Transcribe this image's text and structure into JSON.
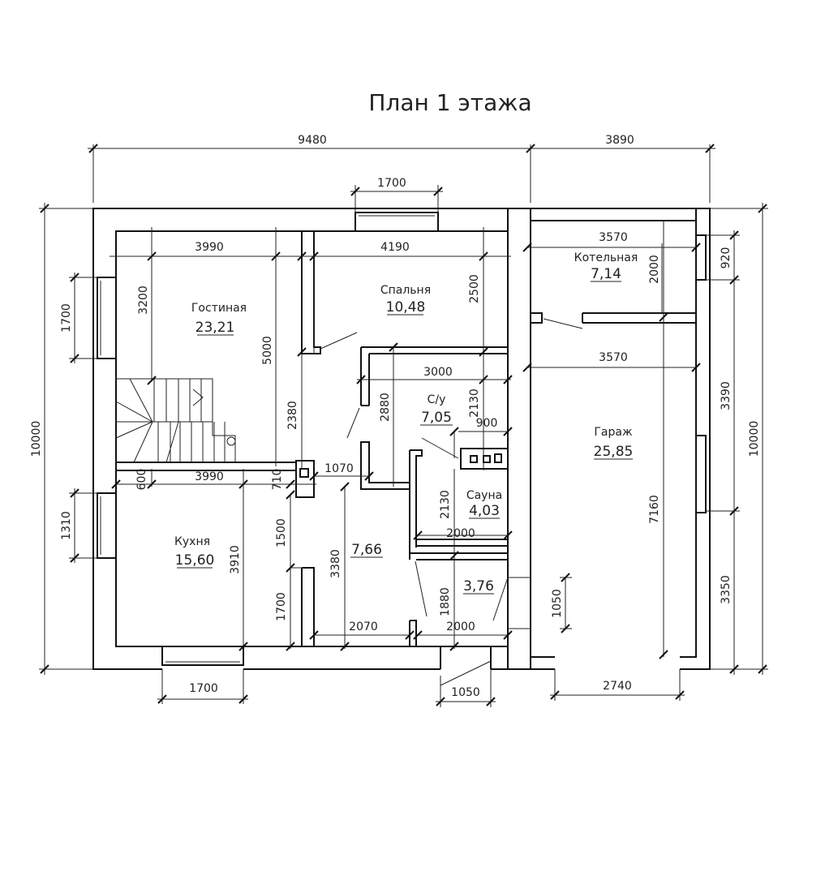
{
  "title": "План 1 этажа",
  "overall_dims": {
    "top_left": "9480",
    "top_right": "3890",
    "left": "10000",
    "right": "10000",
    "top_window": "1700"
  },
  "rooms": [
    {
      "name": "Гостиная",
      "area": "23,21"
    },
    {
      "name": "Спальня",
      "area": "10,48"
    },
    {
      "name": "Котельная",
      "area": "7,14"
    },
    {
      "name": "С/у",
      "area": "7,05"
    },
    {
      "name": "Гараж",
      "area": "25,85"
    },
    {
      "name": "Сауна",
      "area": "4,03"
    },
    {
      "name": "Кухня",
      "area": "15,60"
    },
    {
      "name": "",
      "area": "7,66"
    },
    {
      "name": "",
      "area": "3,76"
    }
  ],
  "dims": {
    "living_w": "3990",
    "living_h": "3200",
    "living_full": "5000",
    "bed_w": "4190",
    "bed_h": "2500",
    "boiler_w": "3570",
    "boiler_h": "2000",
    "right_920": "920",
    "garage_w": "3570",
    "right_3390": "3390",
    "garage_h": "7160",
    "right_3350": "3350",
    "bath_w": "3000",
    "bath_h": "2130",
    "bath_side": "2880",
    "hall_2380": "2380",
    "sauna_900": "900",
    "sauna_h": "2130",
    "sauna_w": "2000",
    "kitchen_w": "3990",
    "kitchen_600": "600",
    "kitchen_710": "710",
    "hall_1070": "1070",
    "kitchen_h": "3910",
    "hall_1500": "1500",
    "hall_1700": "1700",
    "hall_3380": "3380",
    "hall_2070": "2070",
    "small_h": "1880",
    "small_w": "2000",
    "garage_door_side": "1050",
    "left_window_1": "1700",
    "left_window_2": "1310",
    "bottom_window": "1700",
    "bottom_door": "1050",
    "garage_door": "2740"
  }
}
